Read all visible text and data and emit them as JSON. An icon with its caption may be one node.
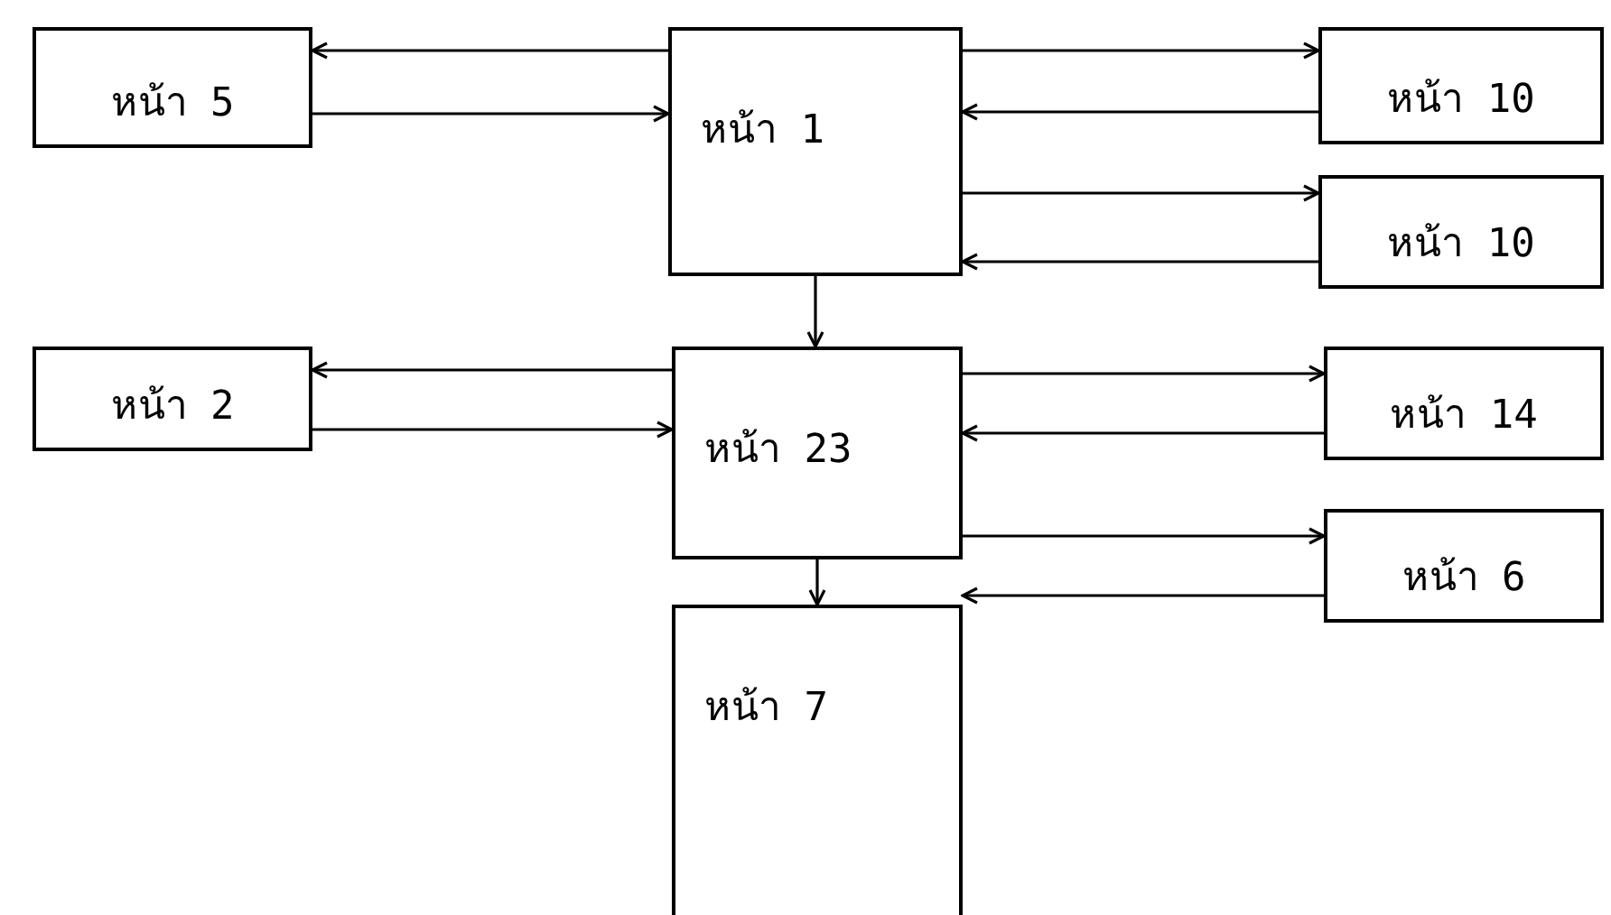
{
  "diagram": {
    "nodes": [
      {
        "text": [
          "หน้า 5"
        ]
      },
      {
        "text": [
          "หน้า 1"
        ]
      },
      {
        "text": [
          "หน้า 10"
        ]
      },
      {
        "text": [
          "หน้า 10"
        ]
      },
      {
        "text": [
          "หน้า 2"
        ]
      },
      {
        "text": [
          "หน้า 23"
        ]
      },
      {
        "text": [
          "หน้า 14"
        ]
      },
      {
        "text": [
          "หน้า 6"
        ]
      },
      {
        "text": [
          "หน้า 7"
        ]
      }
    ],
    "edges": [
      {
        "from": 1,
        "to": 0,
        "arrow": "to"
      },
      {
        "from": 0,
        "to": 1,
        "arrow": "to"
      },
      {
        "from": 1,
        "to": 2,
        "arrow": "to"
      },
      {
        "from": 2,
        "to": 1,
        "arrow": "to"
      },
      {
        "from": 1,
        "to": 3,
        "arrow": "to"
      },
      {
        "from": 3,
        "to": 1,
        "arrow": "to"
      },
      {
        "from": 1,
        "to": 5,
        "arrow": "to"
      },
      {
        "from": 5,
        "to": 4,
        "arrow": "to"
      },
      {
        "from": 4,
        "to": 5,
        "arrow": "to"
      },
      {
        "from": 5,
        "to": 6,
        "arrow": "to"
      },
      {
        "from": 6,
        "to": 5,
        "arrow": "to"
      },
      {
        "from": 5,
        "to": 7,
        "arrow": "to"
      },
      {
        "from": 7,
        "to": 5,
        "arrow": "to"
      },
      {
        "from": 5,
        "to": 8,
        "arrow": "to"
      }
    ]
  }
}
